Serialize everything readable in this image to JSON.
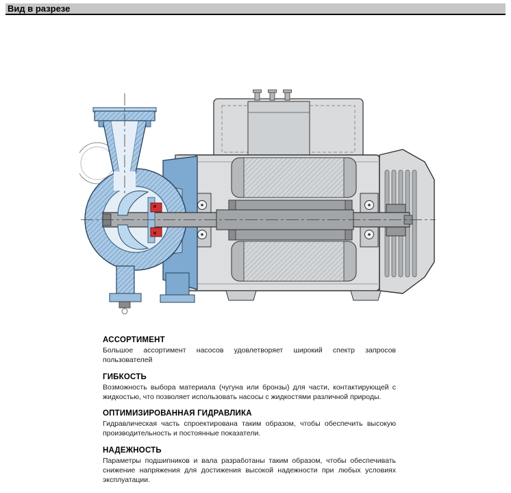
{
  "header": {
    "title": "Вид в разрезе"
  },
  "illustration": {
    "name": "pump-motor-cross-section",
    "colors": {
      "pump_blue": "#7ea9d0",
      "pump_light_blue": "#bcd8ef",
      "hatch_blue": "#a9c9e6",
      "seal_red": "#cf3434",
      "motor_gray": "#dcdee0",
      "stator_gray": "#b6b9bc",
      "shaft_gray": "#aaadb0",
      "outline": "#333333"
    }
  },
  "sections": [
    {
      "title": "АССОРТИМЕНТ",
      "body": "Большое ассортимент насосов удовлетворяет широкий спектр запросов пользователей"
    },
    {
      "title": "ГИБКОСТЬ",
      "body": "Возможность выбора материала (чугуна или бронзы) для части, контактирующей с жидкостью, что позволяет использовать насосы с жидкостями различной природы."
    },
    {
      "title": "ОПТИМИЗИРОВАННАЯ ГИДРАВЛИКА",
      "body": "Гидравлическая часть спроектирована таким образом, чтобы обеспечить высокую производительность и постоянные показатели."
    },
    {
      "title": "НАДЕЖНОСТЬ",
      "body": "Параметры подшипников и вала разработаны таким образом, чтобы обеспечивать снижение напряжения для достижения высокой надежности при любых условиях эксплуатации."
    }
  ]
}
